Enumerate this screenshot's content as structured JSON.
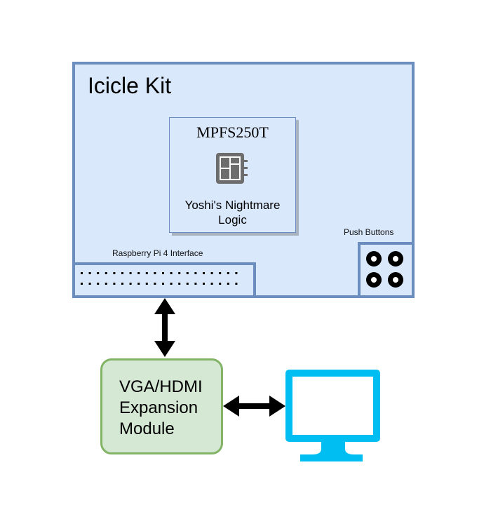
{
  "diagram": {
    "board": {
      "title": "Icicle Kit",
      "fill_color": "#dae8fc",
      "border_color": "#6c8ebf"
    },
    "chip": {
      "part_number": "MPFS250T",
      "label": "Yoshi's Nightmare Logic",
      "label_lines": [
        "Yoshi's Nightmare",
        "Logic"
      ],
      "icon": "chip-icon"
    },
    "rpi_interface": {
      "label": "Raspberry Pi 4 Interface",
      "pin_rows": 2,
      "pins_per_row": 20
    },
    "push_buttons": {
      "label": "Push Buttons",
      "count": 4
    },
    "expansion_module": {
      "label_lines": [
        "VGA/HDMI",
        "Expansion",
        "Module"
      ],
      "fill_color": "#d5e8d4",
      "border_color": "#82b366"
    },
    "monitor": {
      "icon": "monitor-icon",
      "color": "#00bef2"
    },
    "connections": [
      {
        "from": "rpi_interface",
        "to": "expansion_module",
        "type": "bidirectional-arrow"
      },
      {
        "from": "expansion_module",
        "to": "monitor",
        "type": "bidirectional-arrow"
      }
    ]
  }
}
